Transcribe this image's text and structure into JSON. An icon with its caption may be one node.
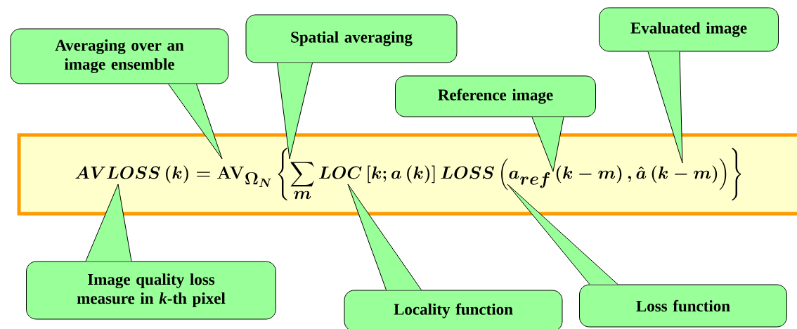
{
  "diagram": {
    "nodes": [
      {
        "text": [
          "AVLOSS\\left(k\\right)=\\mathbf{AV}_{\\Omega_{N}}\\left\\{\\sum_{m} LOC\\left[k;a\\left(k\\right)\\right]LOSS\\left(a_{ref}\\left(k-m\\right),\\hat{a}\\left(k-m\\right)\\right)\\right\\}"
        ]
      },
      {
        "text": [
          "Averaging over an image ensemble"
        ]
      },
      {
        "text": [
          "Spatial averaging"
        ]
      },
      {
        "text": [
          "Reference image"
        ]
      },
      {
        "text": [
          "Evaluated image"
        ]
      },
      {
        "text": [
          "Image quality loss measure in *k*-th pixel"
        ]
      },
      {
        "text": [
          "Locality function"
        ]
      },
      {
        "text": [
          "Loss function"
        ]
      }
    ],
    "edges": [
      {
        "from": 1,
        "to": null,
        "arrow": "none"
      },
      {
        "from": 2,
        "to": null,
        "arrow": "none"
      },
      {
        "from": 3,
        "to": null,
        "arrow": "none"
      },
      {
        "from": 4,
        "to": null,
        "arrow": "none"
      },
      {
        "from": 5,
        "to": null,
        "arrow": "none"
      },
      {
        "from": 6,
        "to": null,
        "arrow": "none"
      },
      {
        "from": 7,
        "to": null,
        "arrow": "none"
      }
    ]
  }
}
